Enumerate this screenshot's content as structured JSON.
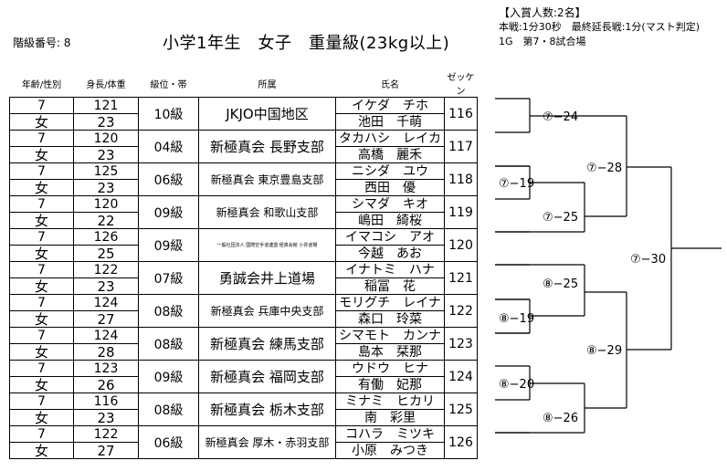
{
  "header": {
    "class_number": "階級番号: 8",
    "title": "小学1年生　女子　重量級(23kg以上)",
    "info": [
      "【入賞人数:2名】",
      "本戦:1分30秒　最終延長戦:1分(マスト判定)",
      "1G　第7・8試合場"
    ]
  },
  "columns": {
    "age_sex": "年齢/性別",
    "height_weight": "身長/体重",
    "rank": "級位・帯",
    "dojo": "所属",
    "name": "氏名",
    "bib": "ゼッケン"
  },
  "competitors": [
    {
      "age": "7",
      "sex": "女",
      "height": "121",
      "weight": "23",
      "rank": "10級",
      "dojo": "JKJO中国地区",
      "kana": "イケダ　チホ",
      "name": "池田　千萌",
      "bib": "116"
    },
    {
      "age": "7",
      "sex": "女",
      "height": "120",
      "weight": "23",
      "rank": "04級",
      "dojo": "新極真会 長野支部",
      "kana": "タカハシ　レイカ",
      "name": "高橋　麗禾",
      "bib": "117"
    },
    {
      "age": "7",
      "sex": "女",
      "height": "125",
      "weight": "23",
      "rank": "06級",
      "dojo": "新極真会 東京豊島支部",
      "kana": "ニシダ　ユウ",
      "name": "西田　優",
      "bib": "118"
    },
    {
      "age": "7",
      "sex": "女",
      "height": "120",
      "weight": "22",
      "rank": "09級",
      "dojo": "新極真会 和歌山支部",
      "kana": "シマダ　キオ",
      "name": "嶋田　綺桜",
      "bib": "119"
    },
    {
      "age": "7",
      "sex": "女",
      "height": "126",
      "weight": "25",
      "rank": "09級",
      "dojo": "一般社団法人 国際空手道連盟 極真会館 小井道場",
      "kana": "イマコシ　アオ",
      "name": "今越　あお",
      "bib": "120"
    },
    {
      "age": "7",
      "sex": "女",
      "height": "122",
      "weight": "23",
      "rank": "07級",
      "dojo": "勇誠会井上道場",
      "kana": "イナトミ　ハナ",
      "name": "稲冨　花",
      "bib": "121"
    },
    {
      "age": "7",
      "sex": "女",
      "height": "124",
      "weight": "27",
      "rank": "08級",
      "dojo": "新極真会 兵庫中央支部",
      "kana": "モリグチ　レイナ",
      "name": "森口　玲菜",
      "bib": "122"
    },
    {
      "age": "7",
      "sex": "女",
      "height": "124",
      "weight": "28",
      "rank": "08級",
      "dojo": "新極真会 練馬支部",
      "kana": "シマモト　カンナ",
      "name": "島本　栞那",
      "bib": "123"
    },
    {
      "age": "7",
      "sex": "女",
      "height": "123",
      "weight": "26",
      "rank": "09級",
      "dojo": "新極真会 福岡支部",
      "kana": "ウドウ　ヒナ",
      "name": "有働　妃那",
      "bib": "124"
    },
    {
      "age": "7",
      "sex": "女",
      "height": "116",
      "weight": "23",
      "rank": "08級",
      "dojo": "新極真会 栃木支部",
      "kana": "ミナミ　ヒカリ",
      "name": "南　彩里",
      "bib": "125"
    },
    {
      "age": "7",
      "sex": "女",
      "height": "122",
      "weight": "27",
      "rank": "06級",
      "dojo": "新極真会 厚木・赤羽支部",
      "kana": "コハラ　ミツキ",
      "name": "小原　みつき",
      "bib": "126"
    }
  ],
  "bracket": {
    "round1": [
      "⑦−24",
      "⑦−19",
      "⑧−25",
      "⑧−19",
      "⑧−20"
    ],
    "round2": [
      "⑦−25",
      "⑧−26"
    ],
    "round3": [
      "⑦−28",
      "⑧−29"
    ],
    "final": "⑦−30"
  }
}
